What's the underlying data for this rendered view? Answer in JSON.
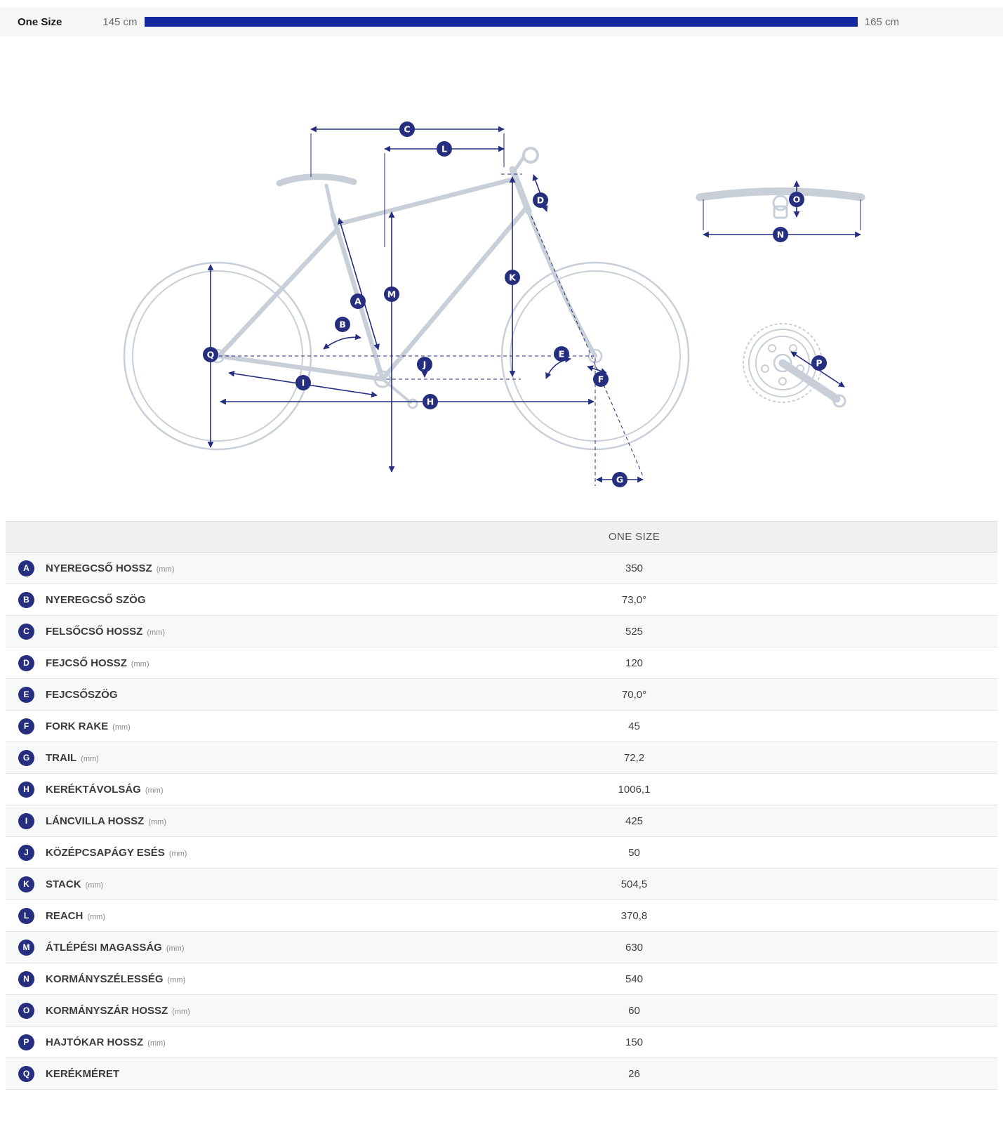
{
  "size_band": {
    "label": "One Size",
    "min": "145 cm",
    "max": "165 cm"
  },
  "colors": {
    "size_bar": "#16289f",
    "marker": "#252e7f"
  },
  "diagram": {
    "markers": {
      "a": "A",
      "b": "B",
      "c": "C",
      "d": "D",
      "e": "E",
      "f": "F",
      "g": "G",
      "h": "H",
      "i": "I",
      "j": "J",
      "k": "K",
      "l": "L",
      "m": "M",
      "n": "N",
      "o": "O",
      "p": "P",
      "q": "Q"
    }
  },
  "table": {
    "header": "ONE SIZE",
    "rows": [
      {
        "letter": "A",
        "label": "NYEREGCSŐ HOSSZ",
        "unit": "(mm)",
        "value": "350"
      },
      {
        "letter": "B",
        "label": "NYEREGCSŐ SZÖG",
        "unit": "",
        "value": "73,0°"
      },
      {
        "letter": "C",
        "label": "FELSŐCSŐ HOSSZ",
        "unit": "(mm)",
        "value": "525"
      },
      {
        "letter": "D",
        "label": "FEJCSŐ HOSSZ",
        "unit": "(mm)",
        "value": "120"
      },
      {
        "letter": "E",
        "label": "FEJCSŐSZÖG",
        "unit": "",
        "value": "70,0°"
      },
      {
        "letter": "F",
        "label": "FORK RAKE",
        "unit": "(mm)",
        "value": "45"
      },
      {
        "letter": "G",
        "label": "TRAIL",
        "unit": "(mm)",
        "value": "72,2"
      },
      {
        "letter": "H",
        "label": "KERÉKTÁVOLSÁG",
        "unit": "(mm)",
        "value": "1006,1"
      },
      {
        "letter": "I",
        "label": "LÁNCVILLA HOSSZ",
        "unit": "(mm)",
        "value": "425"
      },
      {
        "letter": "J",
        "label": "KÖZÉPCSAPÁGY ESÉS",
        "unit": "(mm)",
        "value": "50"
      },
      {
        "letter": "K",
        "label": "STACK",
        "unit": "(mm)",
        "value": "504,5"
      },
      {
        "letter": "L",
        "label": "REACH",
        "unit": "(mm)",
        "value": "370,8"
      },
      {
        "letter": "M",
        "label": "ÁTLÉPÉSI MAGASSÁG",
        "unit": "(mm)",
        "value": "630"
      },
      {
        "letter": "N",
        "label": "KORMÁNYSZÉLESSÉG",
        "unit": "(mm)",
        "value": "540"
      },
      {
        "letter": "O",
        "label": "KORMÁNYSZÁR HOSSZ",
        "unit": "(mm)",
        "value": "60"
      },
      {
        "letter": "P",
        "label": "HAJTÓKAR HOSSZ",
        "unit": "(mm)",
        "value": "150"
      },
      {
        "letter": "Q",
        "label": "KERÉKMÉRET",
        "unit": "",
        "value": "26"
      }
    ]
  }
}
